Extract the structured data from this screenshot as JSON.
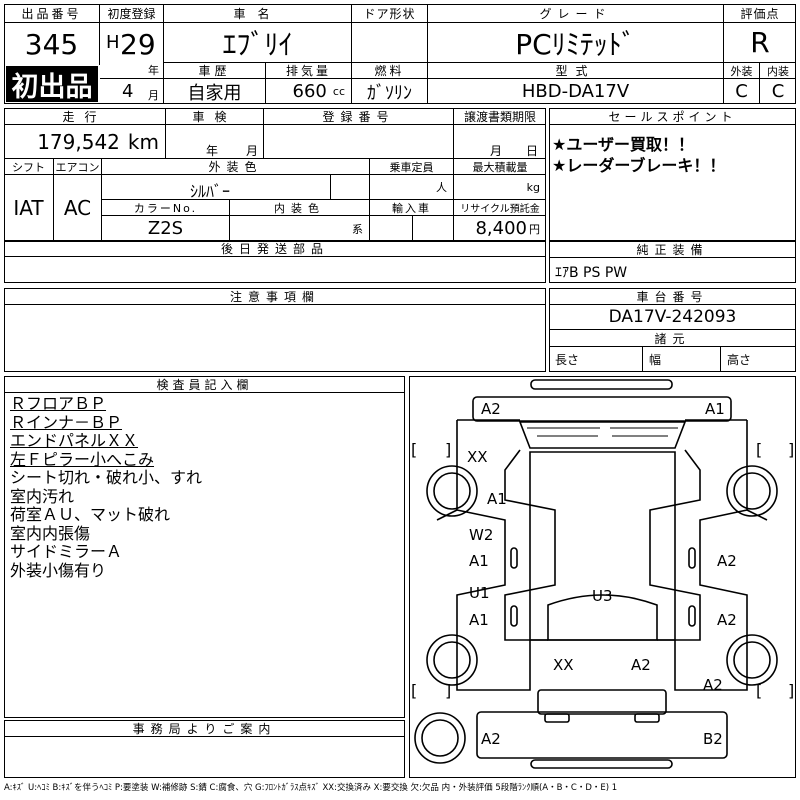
{
  "header": {
    "lot_no_label": "出品番号",
    "lot_no": "345",
    "first_listing": "初出品",
    "first_reg_label": "初度登録",
    "era": "H",
    "reg_year": "29",
    "year_unit": "年",
    "reg_month": "4",
    "month_unit": "月",
    "car_name_label": "車名",
    "car_name": "ｴﾌﾞﾘｲ",
    "door_label": "ドア形状",
    "door_value": "",
    "grade_label": "グレード",
    "grade": "PCﾘﾐﾃｯﾄﾞ",
    "score_label": "評価点",
    "score": "R",
    "history_label": "車歴",
    "history": "自家用",
    "displacement_label": "排気量",
    "displacement": "660",
    "displacement_unit": "cc",
    "fuel_label": "燃料",
    "fuel": "ｶﾞｿﾘﾝ",
    "model_label": "型式",
    "model": "HBD-DA17V",
    "exterior_label": "外装",
    "exterior_score": "C",
    "interior_label": "内装",
    "interior_score": "C"
  },
  "row2": {
    "mileage_label": "走行",
    "mileage": "179,542",
    "mileage_unit": "km",
    "inspection_label": "車検",
    "insp_year_unit": "年",
    "insp_month_unit": "月",
    "plate_label": "登録番号",
    "plate": "",
    "transfer_label": "譲渡書類期限",
    "transfer_month": "月",
    "transfer_day": "日",
    "shift_label": "シフト",
    "shift": "IAT",
    "ac_label": "エアコン",
    "ac": "AC",
    "ext_color_label": "外装色",
    "ext_color": "ｼﾙﾊﾞｰ",
    "capacity_label": "乗車定員",
    "capacity_unit": "人",
    "load_label": "最大積載量",
    "load_unit": "kg",
    "color_no_label": "カラーNo.",
    "color_no": "Z2S",
    "int_color_label": "内装色",
    "int_color_unit": "系",
    "import_label": "輸入車",
    "recycle_label": "リサイクル預託金",
    "recycle": "8,400",
    "recycle_unit": "円",
    "later_parts_label": "後日発送部品"
  },
  "sales_points": {
    "label": "セールスポイント",
    "items": [
      "★ユーザー買取！！",
      "★レーダーブレーキ！！"
    ]
  },
  "equipment": {
    "label": "純正装備",
    "value": "ｴｱB PS PW"
  },
  "notes_section": {
    "label": "注意事項欄"
  },
  "chassis": {
    "label": "車台番号",
    "value": "DA17V-242093",
    "dims_label": "諸元",
    "length_label": "長さ",
    "width_label": "幅",
    "height_label": "高さ"
  },
  "inspector": {
    "label": "検査員記入欄",
    "lines": [
      "ＲフロアＢＰ",
      "Ｒインナ－ＢＰ",
      "エンドパネルＸＸ",
      "左Ｆピラー小へこみ",
      "シート切れ・破れ小、すれ",
      "室内汚れ",
      "荷室ＡＵ、マット破れ",
      "室内内張傷",
      "サイドミラーＡ",
      "外装小傷有り"
    ]
  },
  "office": {
    "label": "事務局よりご案内"
  },
  "diagram": {
    "marks": {
      "front_left": "A2",
      "front_right": "A1",
      "fender_left": "XX",
      "hood": "A1",
      "front_door_left_a": "W2",
      "front_door_left_b": "A1",
      "front_door_right": "A2",
      "rear_door_left_a": "U1",
      "rear_door_left_b": "A1",
      "rear_door_right": "A2",
      "roof": "U3",
      "rear_left": "XX",
      "rear_right_a": "A2",
      "rear_right_b": "A2",
      "bumper_left": "A2",
      "bumper_right": "B2"
    },
    "bracket_open": "[",
    "bracket_close": "]"
  },
  "footer": {
    "legend": "A:ｷｽﾞ U:ﾍｺﾐ B:ｷｽﾞを伴うﾍｺﾐ P:要塗装 W:補修跡 S:錆 C:腐食、穴 G:ﾌﾛﾝﾄｶﾞﾗｽ点ｷｽﾞ XX:交換済み X:要交換 欠:欠品 内・外装評価 5段階ﾗﾝｸ順(A・B・C・D・E) 1"
  }
}
